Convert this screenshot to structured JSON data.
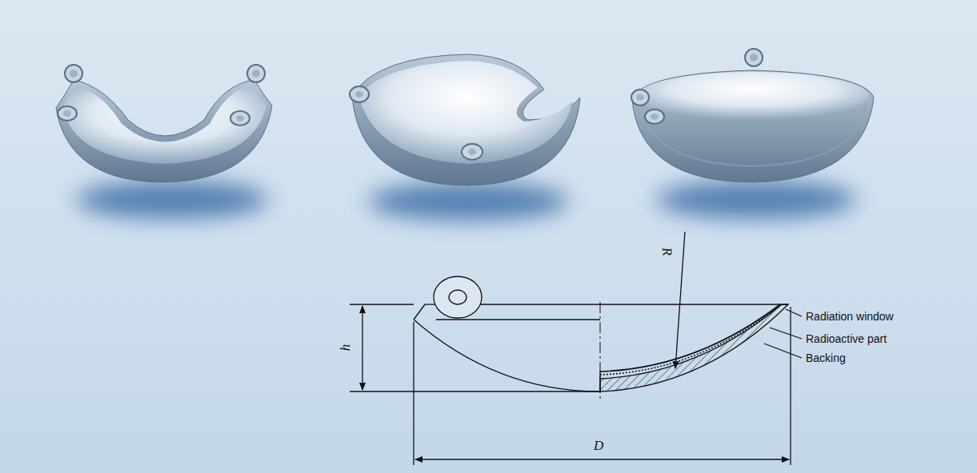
{
  "diagram": {
    "labels": [
      "R",
      "h",
      "D",
      "Radiation window",
      "Radioactive part",
      "Backing"
    ]
  }
}
